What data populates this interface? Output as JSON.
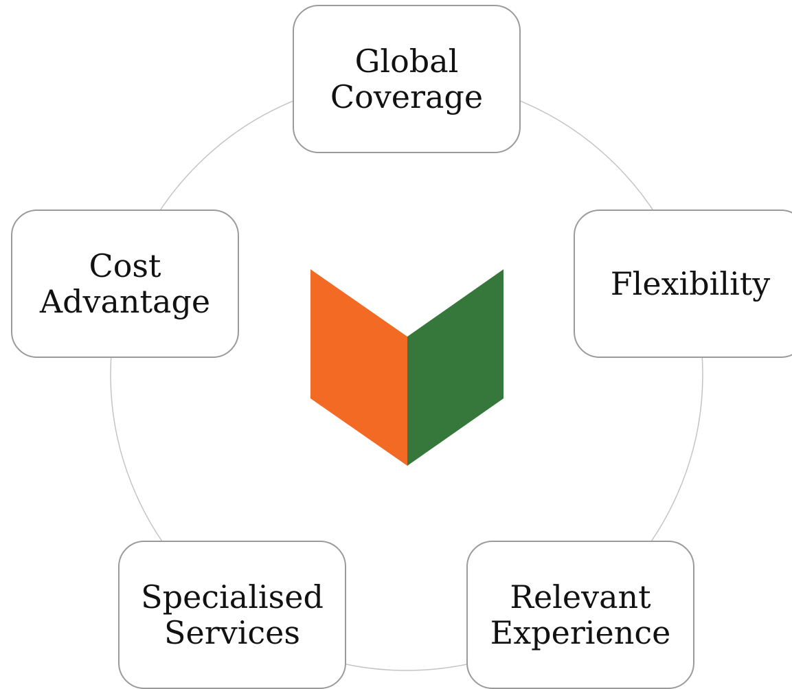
{
  "diagram": {
    "nodes": [
      {
        "id": "global-coverage",
        "label": "Global\nCoverage"
      },
      {
        "id": "flexibility",
        "label": "Flexibility"
      },
      {
        "id": "relevant-experience",
        "label": "Relevant\nExperience"
      },
      {
        "id": "specialised-services",
        "label": "Specialised\nServices"
      },
      {
        "id": "cost-advantage",
        "label": "Cost\nAdvantage"
      }
    ],
    "colors": {
      "cycle_line": "#c4c4c4",
      "box_border": "#9a9a9a",
      "logo_left": "#f26a24",
      "logo_right": "#36773b"
    },
    "center_icon": "open-book-logo-icon"
  }
}
